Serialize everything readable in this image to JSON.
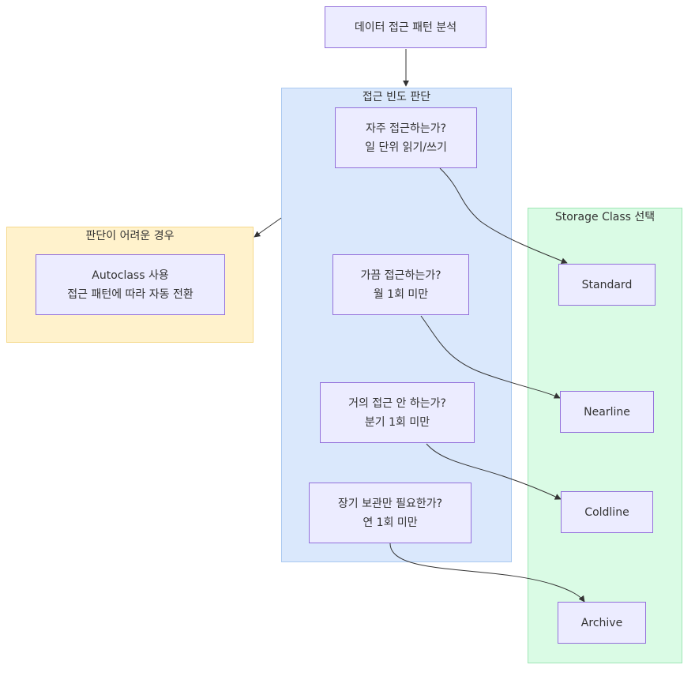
{
  "start": {
    "label": "데이터 접근 패턴 분석"
  },
  "clusters": {
    "frequency": {
      "title": "접근 빈도 판단",
      "fill": "#DAE8FC",
      "stroke": "#A9C8F0"
    },
    "fallback": {
      "title": "판단이 어려운 경우",
      "fill": "#FFF2CC",
      "stroke": "#F5D98C"
    },
    "storage": {
      "title": "Storage Class 선택",
      "fill": "#DAFBE5",
      "stroke": "#9EE6B5"
    }
  },
  "questions": [
    {
      "line1": "자주 접근하는가?",
      "line2": "일 단위 읽기/쓰기"
    },
    {
      "line1": "가끔 접근하는가?",
      "line2": "월 1회 미만"
    },
    {
      "line1": "거의 접근 안 하는가?",
      "line2": "분기 1회 미만"
    },
    {
      "line1": "장기 보관만 필요한가?",
      "line2": "연 1회 미만"
    }
  ],
  "autoclass": {
    "line1": "Autoclass 사용",
    "line2": "접근 패턴에 따라 자동 전환"
  },
  "classes": [
    {
      "label": "Standard"
    },
    {
      "label": "Nearline"
    },
    {
      "label": "Coldline"
    },
    {
      "label": "Archive"
    }
  ],
  "colors": {
    "node_fill": "#ECECFF",
    "node_stroke": "#9370DB",
    "edge": "#333333"
  }
}
